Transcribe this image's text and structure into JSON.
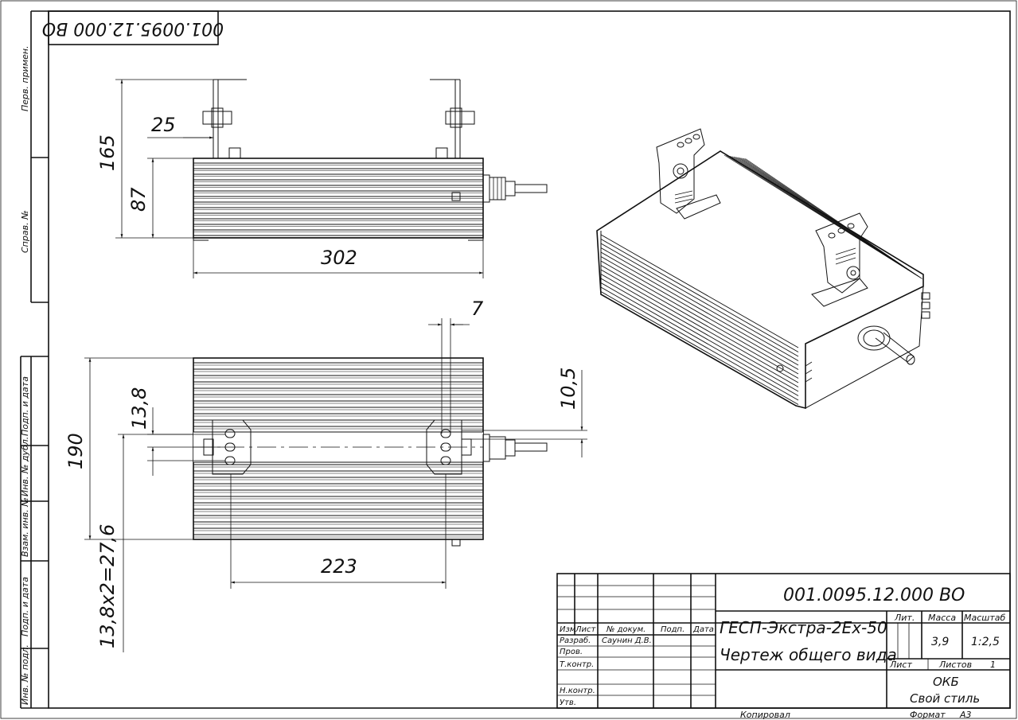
{
  "stamp_code_rotated": "001.0095.12.000 ВО",
  "side_labels": {
    "perv_primen": "Перв. примен.",
    "sprav_no": "Справ. №",
    "podp_data_top": "Подп. и дата",
    "inv_dubl": "Инв. № дубл.",
    "vzam_inv": "Взам. инв. №",
    "podp_data_bottom": "Подп. и дата",
    "inv_podl": "Инв. № подл."
  },
  "dimensions": {
    "d165": "165",
    "d87": "87",
    "d25": "25",
    "d302": "302",
    "d7": "7",
    "d10_5": "10,5",
    "d13_8": "13,8",
    "d190": "190",
    "d13_8x2": "13,8x2=27,6",
    "d223": "223"
  },
  "title_block": {
    "doc_code": "001.0095.12.000 ВО",
    "product_name": "ГЕСП-Экстра-2Ех-50",
    "drawing_name": "Чертеж общего вида",
    "headers": {
      "izm": "Изм",
      "list": "Лист",
      "no_dokum": "№ докум.",
      "podp": "Подп.",
      "data": "Дата"
    },
    "rows": {
      "razrab": "Разраб.",
      "razrab_name": "Саунин Д.В.",
      "prov": "Пров.",
      "tkontr": "Т.контр.",
      "nkontr": "Н.контр.",
      "utv": "Утв."
    },
    "lit_label": "Лит.",
    "massa_label": "Масса",
    "masshtab_label": "Масштаб",
    "massa_value": "3,9",
    "masshtab_value": "1:2,5",
    "list_label": "Лист",
    "listov_label": "Листов",
    "listov_value": "1",
    "org_line1": "ОКБ",
    "org_line2": "Свой стиль"
  },
  "footer": {
    "kopiroval": "Копировал",
    "format_label": "Формат",
    "format_value": "А3"
  }
}
